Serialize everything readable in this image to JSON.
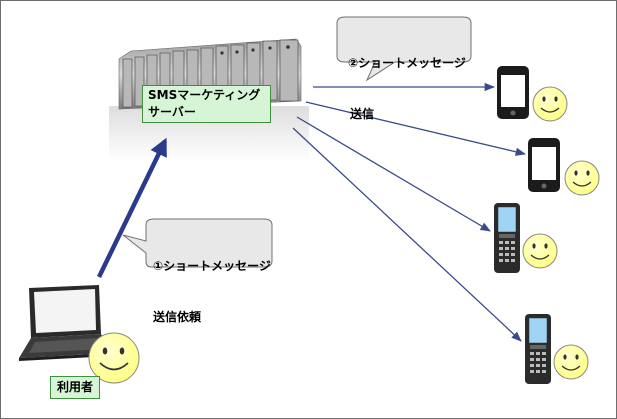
{
  "server": {
    "label_line1": "SMSマーケティング",
    "label_line2": "サーバー"
  },
  "user": {
    "label": "利用者"
  },
  "callouts": {
    "request_line1": "①ショートメッセージ",
    "request_line2": "送信依頼",
    "send_line1": "②ショートメッセージ",
    "send_line2": "送信"
  },
  "colors": {
    "arrow_thick": "#2b3a8a",
    "arrow_thin": "#3b4a8c",
    "label_bg": "#d6f5d6",
    "label_border": "#3f8f3f",
    "smiley_fill": "#ffff99",
    "callout_fill": "#e8e8e8"
  }
}
